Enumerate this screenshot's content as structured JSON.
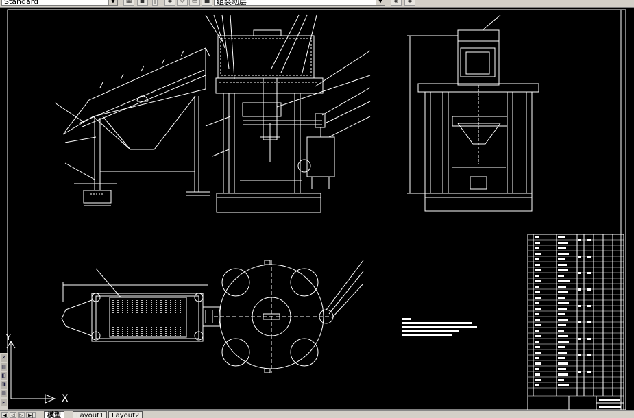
{
  "toolbar": {
    "style_combo": "Standard",
    "layer_combo": "组装动层",
    "combo_left": "",
    "buttons": [
      "layer-icon",
      "sun-icon",
      "lock-icon",
      "color-icon",
      "layer-prev-icon",
      "layer-state-icon"
    ]
  },
  "drawing": {
    "line_color": "#ffffff",
    "background": "#000000",
    "ucs": {
      "x_label": "X",
      "y_label": "Y"
    }
  },
  "layout_tabs": {
    "nav": [
      "◀",
      "◁",
      "▷",
      "▶|"
    ],
    "tabs": [
      {
        "label": "模型",
        "active": true
      },
      {
        "label": "Layout1",
        "active": false
      },
      {
        "label": "Layout2",
        "active": false
      }
    ]
  },
  "colors": {
    "ui_gray": "#d4d0c8",
    "ucs_cyan": "#ffffff"
  }
}
